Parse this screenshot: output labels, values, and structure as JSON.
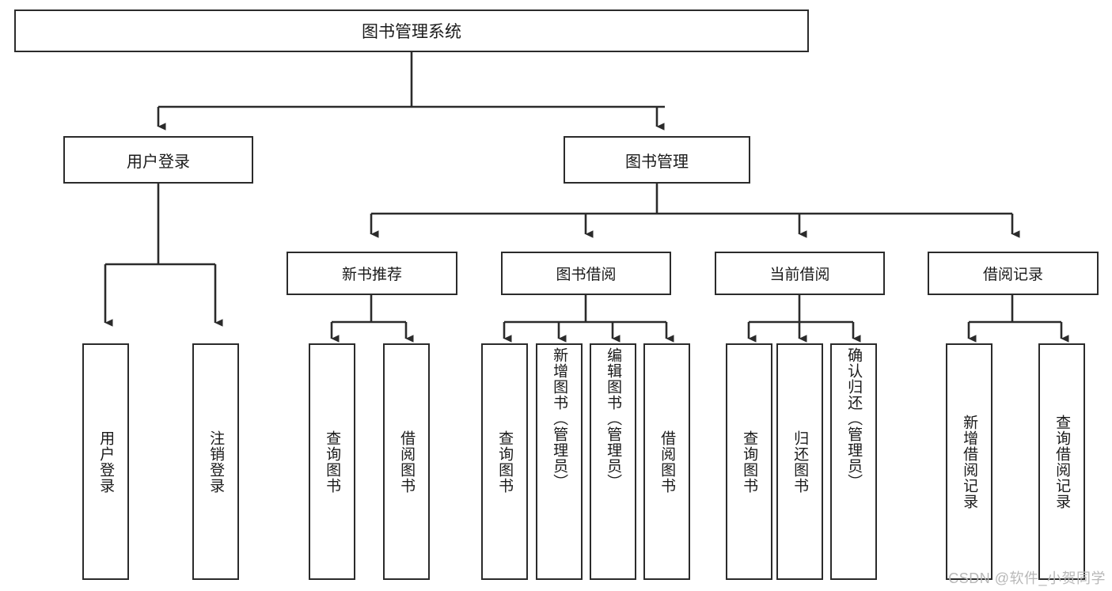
{
  "diagram": {
    "title": "图书管理系统",
    "type": "tree-hierarchy-diagram",
    "root": {
      "id": "root",
      "label": "图书管理系统"
    },
    "level1": [
      {
        "id": "user-login",
        "label": "用户登录"
      },
      {
        "id": "book-management",
        "label": "图书管理"
      }
    ],
    "level2": [
      {
        "id": "new-book-recommend",
        "label": "新书推荐",
        "parent": "book-management"
      },
      {
        "id": "book-borrow",
        "label": "图书借阅",
        "parent": "book-management"
      },
      {
        "id": "current-borrow",
        "label": "当前借阅",
        "parent": "book-management"
      },
      {
        "id": "borrow-record",
        "label": "借阅记录",
        "parent": "book-management"
      }
    ],
    "leaves": [
      {
        "id": "leaf-user-login",
        "label": "用户登录",
        "parent": "user-login"
      },
      {
        "id": "leaf-logout",
        "label": "注销登录",
        "parent": "user-login"
      },
      {
        "id": "leaf-query-book-1",
        "label": "查询图书",
        "parent": "new-book-recommend"
      },
      {
        "id": "leaf-borrow-book-1",
        "label": "借阅图书",
        "parent": "new-book-recommend"
      },
      {
        "id": "leaf-query-book-2",
        "label": "查询图书",
        "parent": "book-borrow"
      },
      {
        "id": "leaf-add-book",
        "label": "新增图书（管理员）",
        "parent": "book-borrow"
      },
      {
        "id": "leaf-edit-book",
        "label": "编辑图书（管理员）",
        "parent": "book-borrow"
      },
      {
        "id": "leaf-borrow-book-2",
        "label": "借阅图书",
        "parent": "book-borrow"
      },
      {
        "id": "leaf-query-book-3",
        "label": "查询图书",
        "parent": "current-borrow"
      },
      {
        "id": "leaf-return-book",
        "label": "归还图书",
        "parent": "current-borrow"
      },
      {
        "id": "leaf-confirm-return",
        "label": "确认归还（管理员）",
        "parent": "current-borrow"
      },
      {
        "id": "leaf-add-record",
        "label": "新增借阅记录",
        "parent": "borrow-record"
      },
      {
        "id": "leaf-query-record",
        "label": "查询借阅记录",
        "parent": "borrow-record"
      }
    ],
    "watermark": "CSDN @软件_小贺同学",
    "colors": {
      "stroke": "#2b2b2b",
      "fill": "#ffffff",
      "text": "#1a1a1a",
      "watermark": "#b8b8b8"
    }
  }
}
